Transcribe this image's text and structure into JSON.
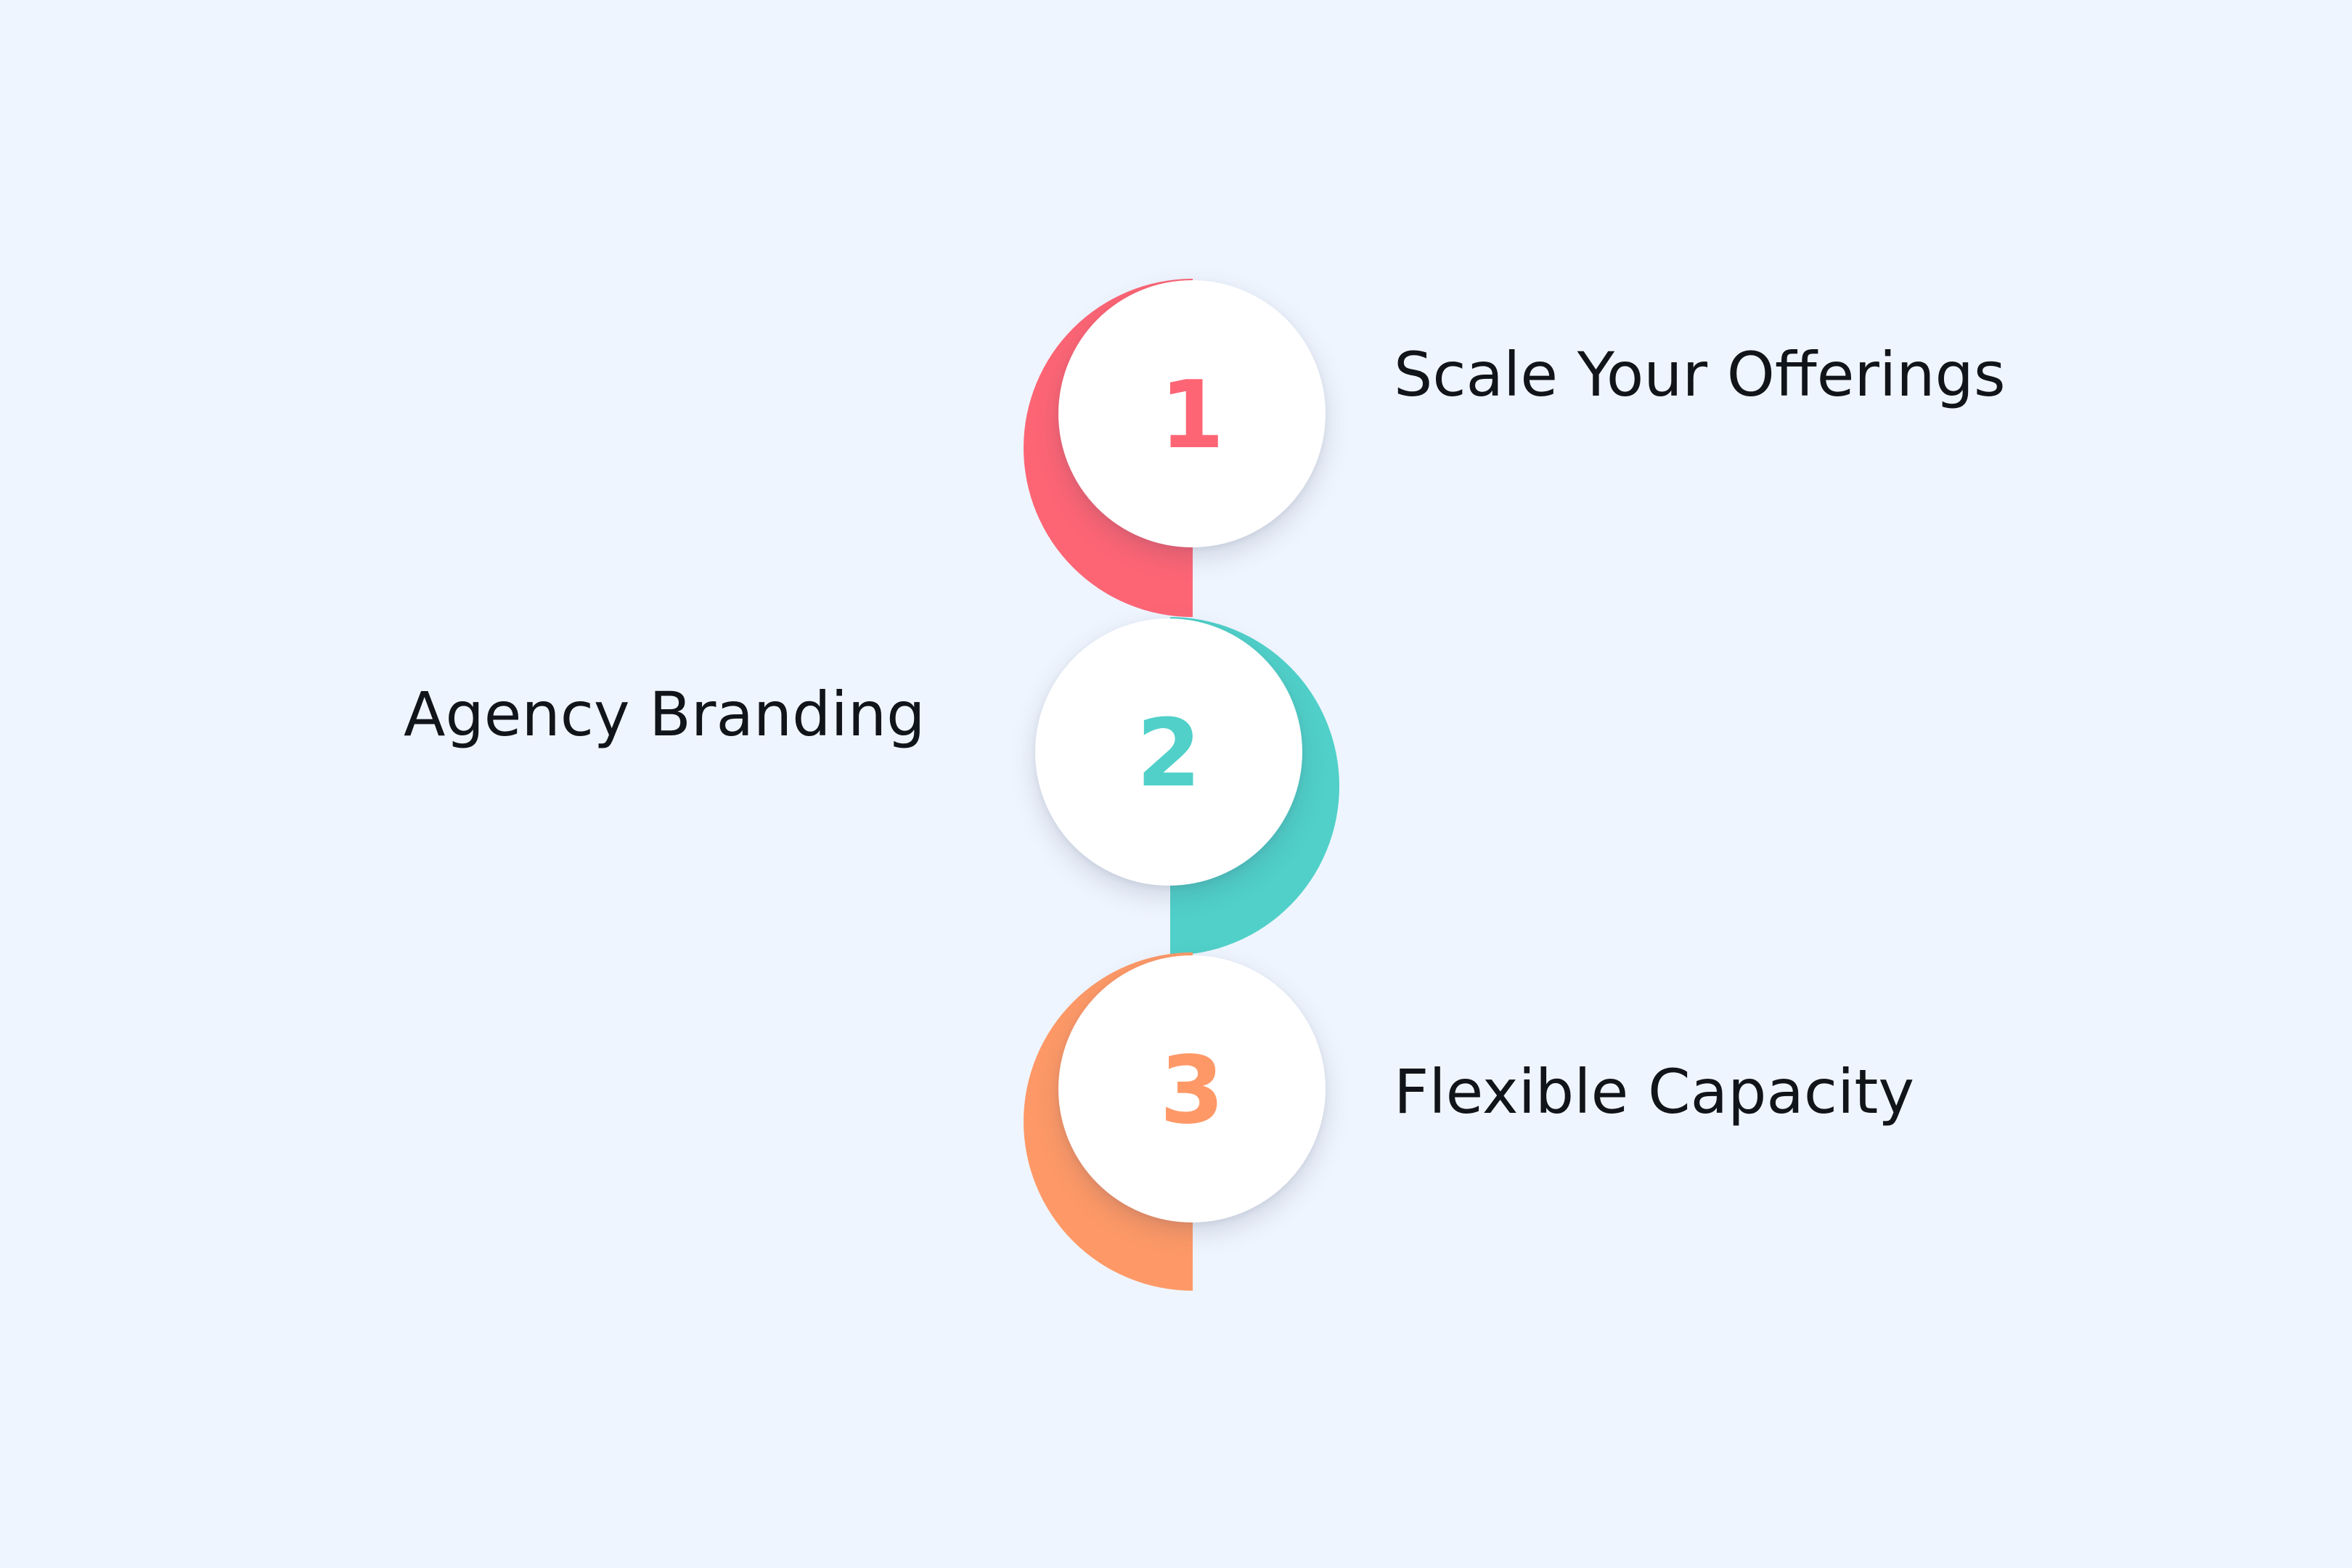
{
  "steps": [
    {
      "number": "1",
      "label": "Scale Your Offerings",
      "color": "#fd6575"
    },
    {
      "number": "2",
      "label": "Agency Branding",
      "color": "#50d0c9"
    },
    {
      "number": "3",
      "label": "Flexible Capacity",
      "color": "#fe9967"
    }
  ]
}
